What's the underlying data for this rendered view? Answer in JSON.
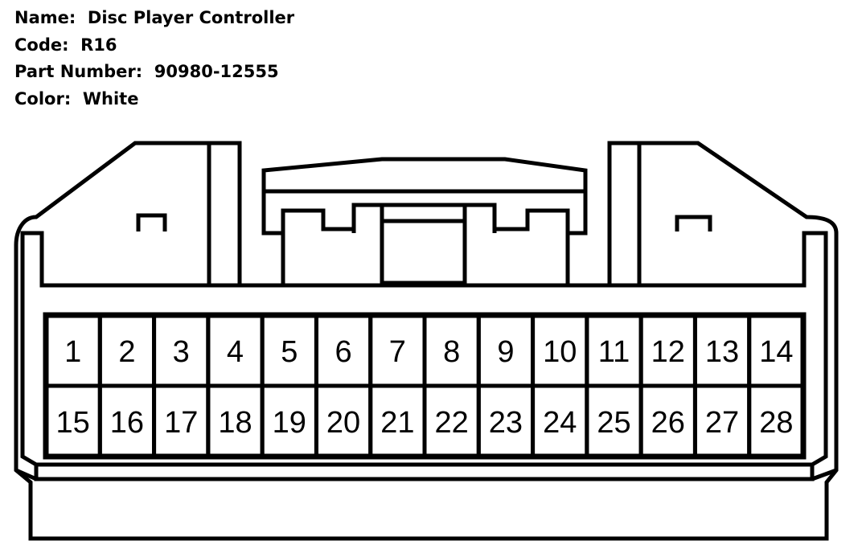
{
  "connector": {
    "name_label": "Name:",
    "name": "Disc Player Controller",
    "code_label": "Code:",
    "code": "R16",
    "part_label": "Part Number:",
    "part_number": "90980-12555",
    "color_label": "Color:",
    "color": "White"
  },
  "pins": {
    "top_row": [
      "1",
      "2",
      "3",
      "4",
      "5",
      "6",
      "7",
      "8",
      "9",
      "10",
      "11",
      "12",
      "13",
      "14"
    ],
    "bottom_row": [
      "15",
      "16",
      "17",
      "18",
      "19",
      "20",
      "21",
      "22",
      "23",
      "24",
      "25",
      "26",
      "27",
      "28"
    ]
  }
}
